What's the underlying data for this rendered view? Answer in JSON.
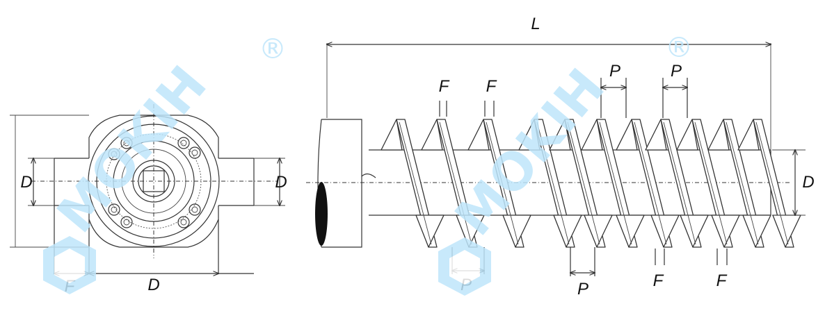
{
  "watermark": {
    "text": "MOKIH",
    "registered": "®"
  },
  "end_view": {
    "labels": {
      "diameter_left": "D",
      "diameter_right": "D",
      "flange": "F",
      "diameter_bottom": "D"
    }
  },
  "side_view": {
    "labels": {
      "length": "L",
      "pitch_top_1": "P",
      "pitch_top_2": "P",
      "pitch_bottom_1": "P",
      "pitch_bottom_2": "P",
      "flight_top_1": "F",
      "flight_top_2": "F",
      "flight_bottom_1": "F",
      "flight_bottom_2": "F",
      "diameter": "D"
    },
    "flight_count": 11
  }
}
